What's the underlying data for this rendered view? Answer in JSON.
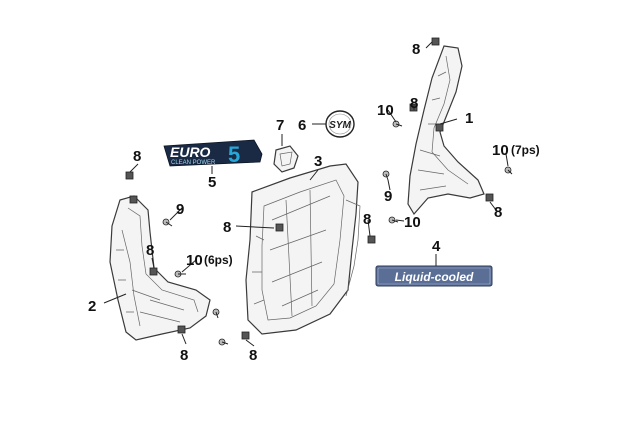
{
  "callouts": {
    "c1": "1",
    "c2": "2",
    "c3": "3",
    "c4": "4",
    "c5": "5",
    "c6": "6",
    "c7": "7",
    "c8": "8",
    "c9": "9",
    "c10": "10",
    "qty_6": "(6ps)",
    "qty_7": "(7ps)"
  },
  "labels": {
    "euro_main": "EURO",
    "euro_number": "5",
    "euro_sub": "CLEAN POWER",
    "liquid_cooled": "Liquid-cooled",
    "sym_logo": "SYM"
  },
  "colors": {
    "euro_bg": "#1a2a44",
    "euro_accent": "#27a7d8",
    "badge_bg": "#5a6e96",
    "badge_text": "#ffffff",
    "line": "#444444"
  }
}
